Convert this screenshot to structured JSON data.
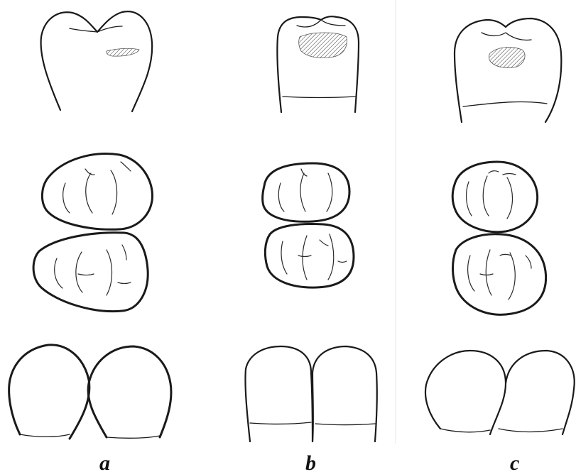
{
  "labels": {
    "a": "a",
    "b": "b",
    "c": "c"
  },
  "colors": {
    "line": "#1a1a1a",
    "background": "#ffffff"
  }
}
